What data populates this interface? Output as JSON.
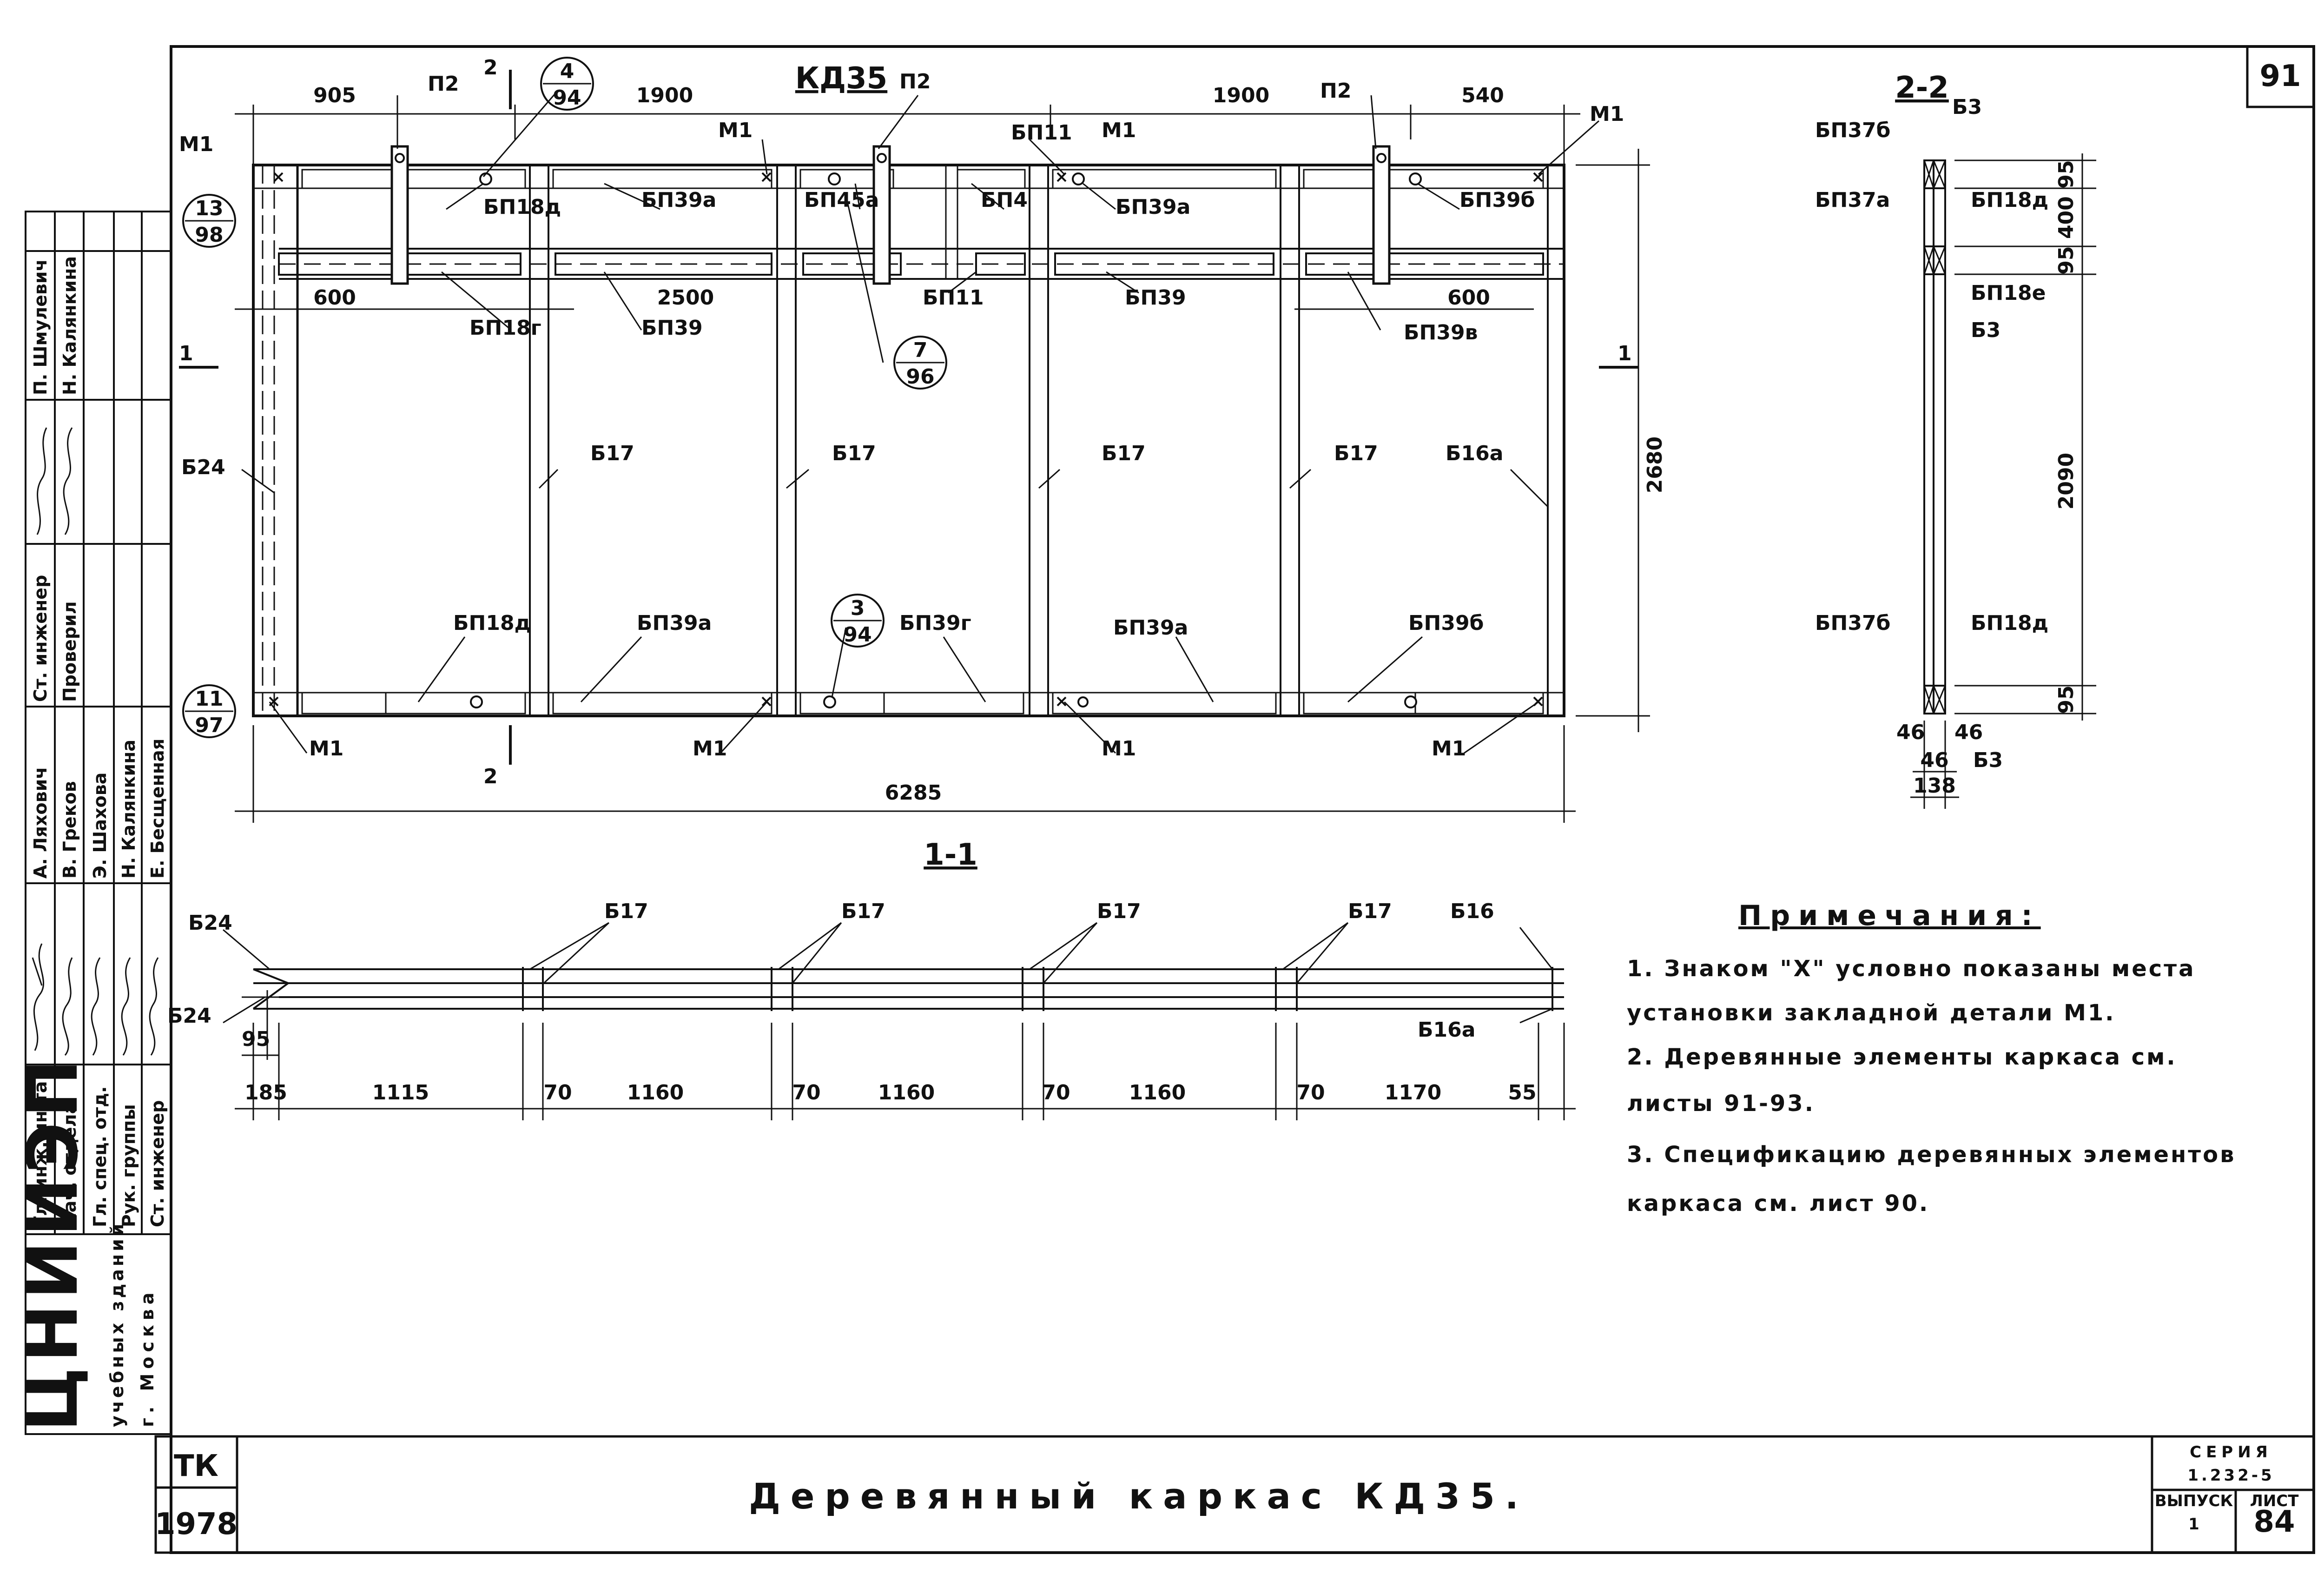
{
  "sheet_number": "91",
  "main_view": {
    "title": "КД35",
    "dims_top": [
      "905",
      "1900",
      "1900",
      "540"
    ],
    "dims_mid": [
      "600",
      "2500",
      "600"
    ],
    "dim_total": "6285",
    "dim_height": "2680",
    "sections": {
      "s2_top": "2",
      "s2_bottom": "2",
      "s1_left": "1",
      "s1_right": "1"
    },
    "labels": {
      "p2_a": "П2",
      "p2_b": "П2",
      "p2_c": "П2",
      "m1_tl": "М1",
      "m1_t2": "М1",
      "m1_t3": "М1",
      "m1_tr": "М1",
      "m1_b1": "М1",
      "m1_b2": "М1",
      "m1_b3": "М1",
      "m1_b4": "М1",
      "bp18d_t": "БП18д",
      "bp39a_t": "БП39а",
      "bp45a": "БП45а",
      "bp11_t": "БП11",
      "bp4": "БП4",
      "bp39a_t2": "БП39а",
      "bp39b_t": "БП39б",
      "bp18g": "БП18г",
      "bp39": "БП39",
      "bp11_m": "БП11",
      "bp39_m": "БП39",
      "bp39v": "БП39в",
      "b24": "Б24",
      "b17_1": "Б17",
      "b17_2": "Б17",
      "b17_3": "Б17",
      "b17_4": "Б17",
      "b16a": "Б16а",
      "bp18d_b": "БП18д",
      "bp39a_b": "БП39а",
      "bp39g_b": "БП39г",
      "bp39a_b2": "БП39а",
      "bp39b_b": "БП39б"
    },
    "callouts": [
      {
        "num": "4",
        "den": "94"
      },
      {
        "num": "13",
        "den": "98"
      },
      {
        "num": "7",
        "den": "96"
      },
      {
        "num": "3",
        "den": "94"
      },
      {
        "num": "11",
        "den": "97"
      }
    ]
  },
  "section_2_2": {
    "title": "2-2",
    "labels": {
      "b3_top": "Б3",
      "bp37b_top": "БП37б",
      "bp37a": "БП37а",
      "bp18d_top": "БП18д",
      "bp18e": "БП18е",
      "b3_mid": "Б3",
      "bp37b_bot": "БП37б",
      "bp18d_bot": "БП18д",
      "b3_bot": "Б3"
    },
    "dims": {
      "d95_1": "95",
      "d400": "400",
      "d95_2": "95",
      "d2090": "2090",
      "d95_3": "95",
      "d46_l": "46",
      "d46_r": "46",
      "d46_m": "46",
      "d138": "138"
    }
  },
  "section_1_1": {
    "title": "1-1",
    "labels": {
      "b24_top": "Б24",
      "b24_bot": "Б24",
      "b17_1": "Б17",
      "b17_2": "Б17",
      "b17_3": "Б17",
      "b17_4": "Б17",
      "b16": "Б16",
      "b16a": "Б16а"
    },
    "dims": [
      "185",
      "1115",
      "70",
      "1160",
      "70",
      "1160",
      "70",
      "1160",
      "70",
      "1170",
      "55"
    ],
    "dim_95": "95"
  },
  "notes": {
    "heading": "Примечания:",
    "lines": [
      "1. Знаком \"Х\" условно показаны места",
      "установки закладной детали М1.",
      "2. Деревянные элементы каркаса см.",
      "листы 91-93.",
      "3. Спецификацию деревянных элементов",
      "каркаса см. лист 90."
    ]
  },
  "title_block": {
    "tk": "ТК",
    "year": "1978",
    "title": "Деревянный каркас КД35.",
    "series_label": "СЕРИЯ",
    "series_value": "1.232-5",
    "issue_label": "ВЫПУСК",
    "issue_value": "1",
    "sheet_label": "ЛИСТ",
    "sheet_value": "84"
  },
  "side_stamp": {
    "org": "ЦНИИЭП",
    "org_sub1": "учебных зданий",
    "org_sub2": "г. Москва",
    "roles": [
      "Гл. инж. ин-та",
      "Нач. отдела",
      "Гл. спец. отд.",
      "Рук. группы",
      "Ст. инженер"
    ],
    "names": [
      "А. Ляхович",
      "В. Греков",
      "Э. Шахова",
      "Н. Калянкина",
      "Е. Бесщенная"
    ],
    "roles2": [
      "Ст. инженер",
      "Проверил"
    ],
    "names2": [
      "П. Шмулевич",
      "Н. Калянкина"
    ]
  }
}
